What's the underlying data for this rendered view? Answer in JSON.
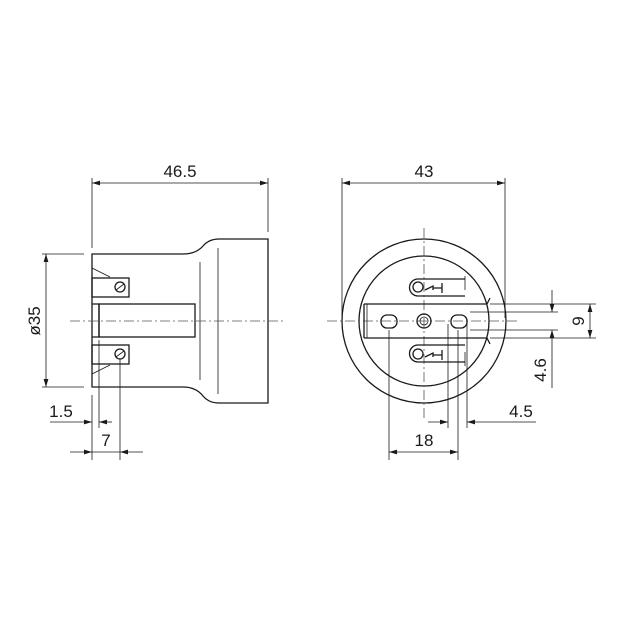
{
  "side_view": {
    "length": "46.5",
    "diameter": "ø35",
    "offset_small": "1.5",
    "screw_offset": "7"
  },
  "front_view": {
    "outer_width": "43",
    "strip_height": "9",
    "hole_offset": "4.6",
    "hole_width": "4.5",
    "hole_spacing": "18"
  },
  "colors": {
    "line": "#1a1a1a",
    "background": "#ffffff"
  }
}
